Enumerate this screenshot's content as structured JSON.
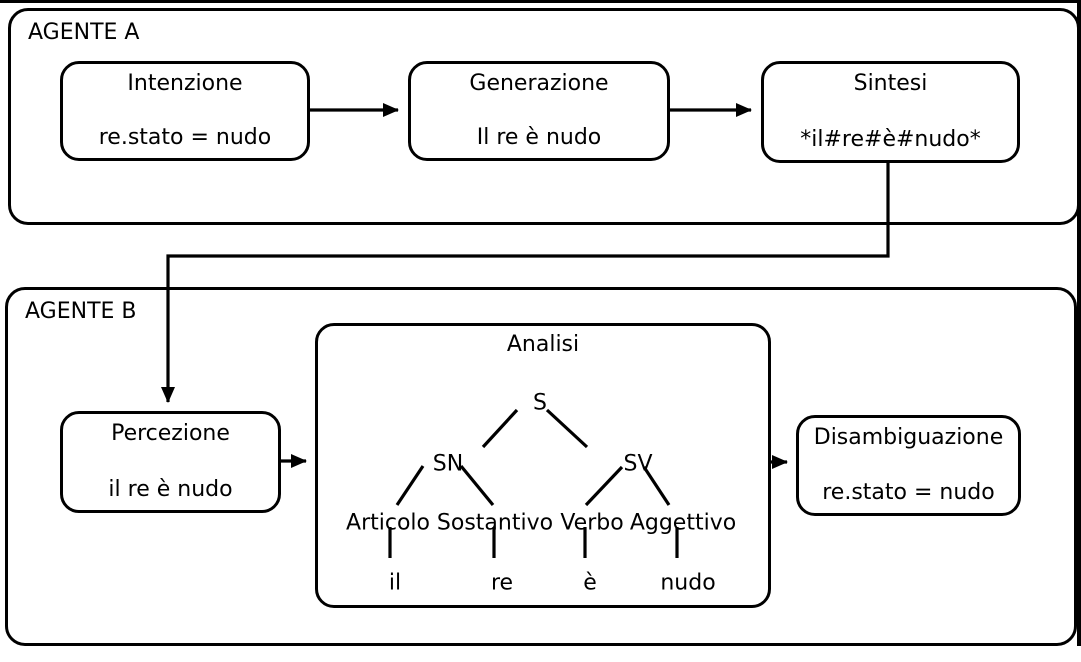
{
  "agent_a": {
    "label": "AGENTE A",
    "nodes": [
      {
        "title": "Intenzione",
        "value": "re.stato = nudo"
      },
      {
        "title": "Generazione",
        "value": "Il re è nudo"
      },
      {
        "title": "Sintesi",
        "value": "*il#re#è#nudo*"
      }
    ]
  },
  "agent_b": {
    "label": "AGENTE B",
    "percezione": {
      "title": "Percezione",
      "value": "il re è nudo"
    },
    "analisi": {
      "title": "Analisi",
      "tree": {
        "root": "S",
        "np": "SN",
        "vp": "SV",
        "preterminals": [
          "Articolo",
          "Sostantivo",
          "Verbo",
          "Aggettivo"
        ],
        "leaves": [
          "il",
          "re",
          "è",
          "nudo"
        ]
      }
    },
    "disambiguazione": {
      "title": "Disambiguazione",
      "value": "re.stato = nudo"
    }
  },
  "colors": {
    "stroke": "#000000",
    "background": "#ffffff"
  }
}
